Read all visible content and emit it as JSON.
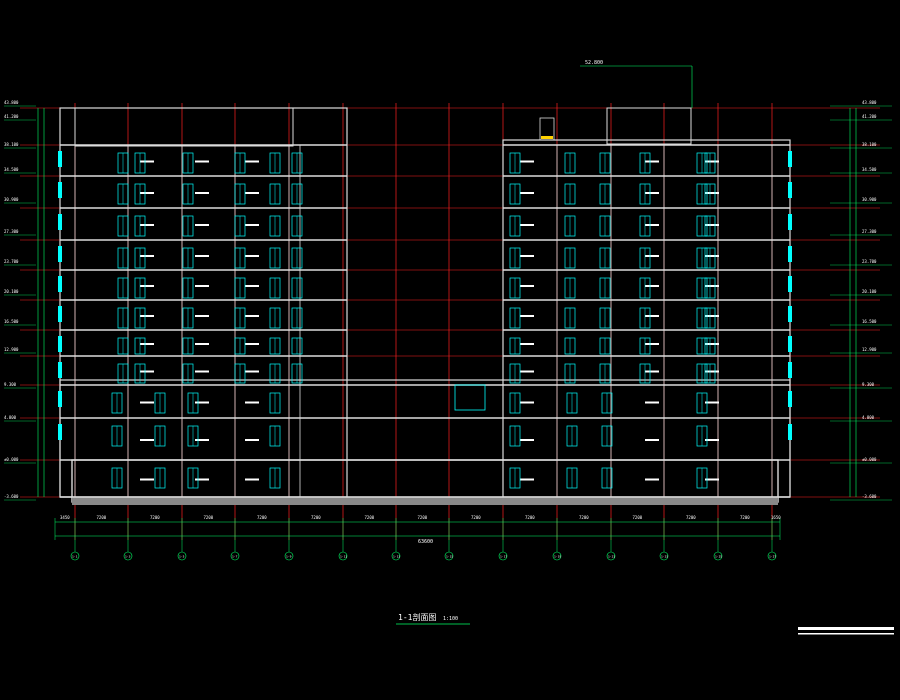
{
  "drawing": {
    "title": "1-1剖面图",
    "scale": "1:100",
    "total_dimension": "63600",
    "bay_dimensions": [
      "3450",
      "7200",
      "7200",
      "7200",
      "7200",
      "7200",
      "7200",
      "7200",
      "7200",
      "7200",
      "7200",
      "7200",
      "7200",
      "7200",
      "1650"
    ],
    "axis_labels": [
      "1-1",
      "1-3",
      "1-5",
      "1-7",
      "1-9",
      "1-11",
      "1-13",
      "1-15",
      "1-17",
      "1-19",
      "1-21",
      "1-23",
      "1-25",
      "1-27"
    ],
    "left_levels": [
      "43.800",
      "41.200",
      "38.100",
      "34.500",
      "30.900",
      "27.300",
      "23.700",
      "20.100",
      "16.500",
      "12.900",
      "9.300",
      "4.800",
      "±0.000",
      "-3.600"
    ],
    "right_levels": [
      "43.800",
      "41.200",
      "38.100",
      "34.500",
      "30.900",
      "27.300",
      "23.700",
      "20.100",
      "16.500",
      "12.900",
      "9.300",
      "4.800",
      "±0.000",
      "-3.600"
    ],
    "roof_annotation": "52.800"
  },
  "colors": {
    "background": "#000000",
    "wall": "#dcdcdc",
    "axis": "#ff2020",
    "level": "#7fd6ff",
    "dimension": "#00ff66",
    "window": "#00ffff",
    "text": "#ffffff",
    "accent": "#ffd200"
  }
}
